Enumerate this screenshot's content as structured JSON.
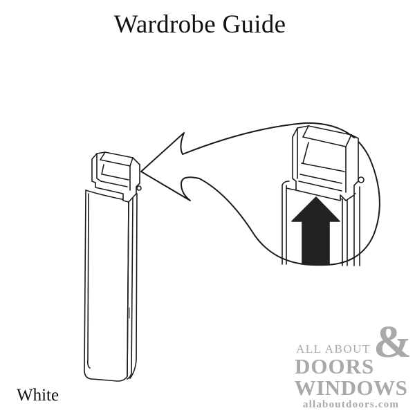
{
  "header": {
    "title": "Wardrobe Guide"
  },
  "product": {
    "color_label": "White"
  },
  "diagram": {
    "description": "Vertical wardrobe door guide with callout bubble showing top clip and upward arrow",
    "icons": [
      "callout-arrow",
      "up-arrow-icon"
    ],
    "colors": {
      "line": "#1a1a1a",
      "arrow_fill": "#222222",
      "background": "#ffffff"
    }
  },
  "watermark": {
    "line1": "ALL ABOUT",
    "line2": "DOORS",
    "amp": "&",
    "line3": "WINDOWS",
    "line4": "allaboutdoors.com",
    "color": "#a9a9a9"
  }
}
